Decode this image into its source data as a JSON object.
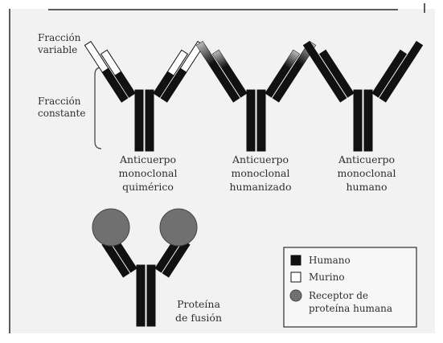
{
  "labels": {
    "variable_fraction": [
      "Fracción",
      "variable"
    ],
    "constant_fraction": [
      "Fracción",
      "constante"
    ]
  },
  "antibodies": [
    {
      "id": "chimeric",
      "caption": [
        "Anticuerpo",
        "monoclonal",
        "quimérico"
      ]
    },
    {
      "id": "humanized",
      "caption": [
        "Anticuerpo",
        "monoclonal",
        "humanizado"
      ]
    },
    {
      "id": "human",
      "caption": [
        "Anticuerpo",
        "monoclonal",
        "humano"
      ]
    }
  ],
  "fusion": {
    "caption": [
      "Proteína",
      "de fusión"
    ]
  },
  "legend": [
    {
      "id": "human",
      "label": [
        "Humano"
      ],
      "color": "#111111"
    },
    {
      "id": "murine",
      "label": [
        "Murino"
      ],
      "color": "#ffffff"
    },
    {
      "id": "receptor",
      "label": [
        "Receptor de",
        "proteína humana"
      ],
      "color": "#707070"
    }
  ],
  "colors": {
    "human": "#111111",
    "murine": "#ffffff",
    "receptor": "#707070",
    "background": "#f2f2f2"
  }
}
